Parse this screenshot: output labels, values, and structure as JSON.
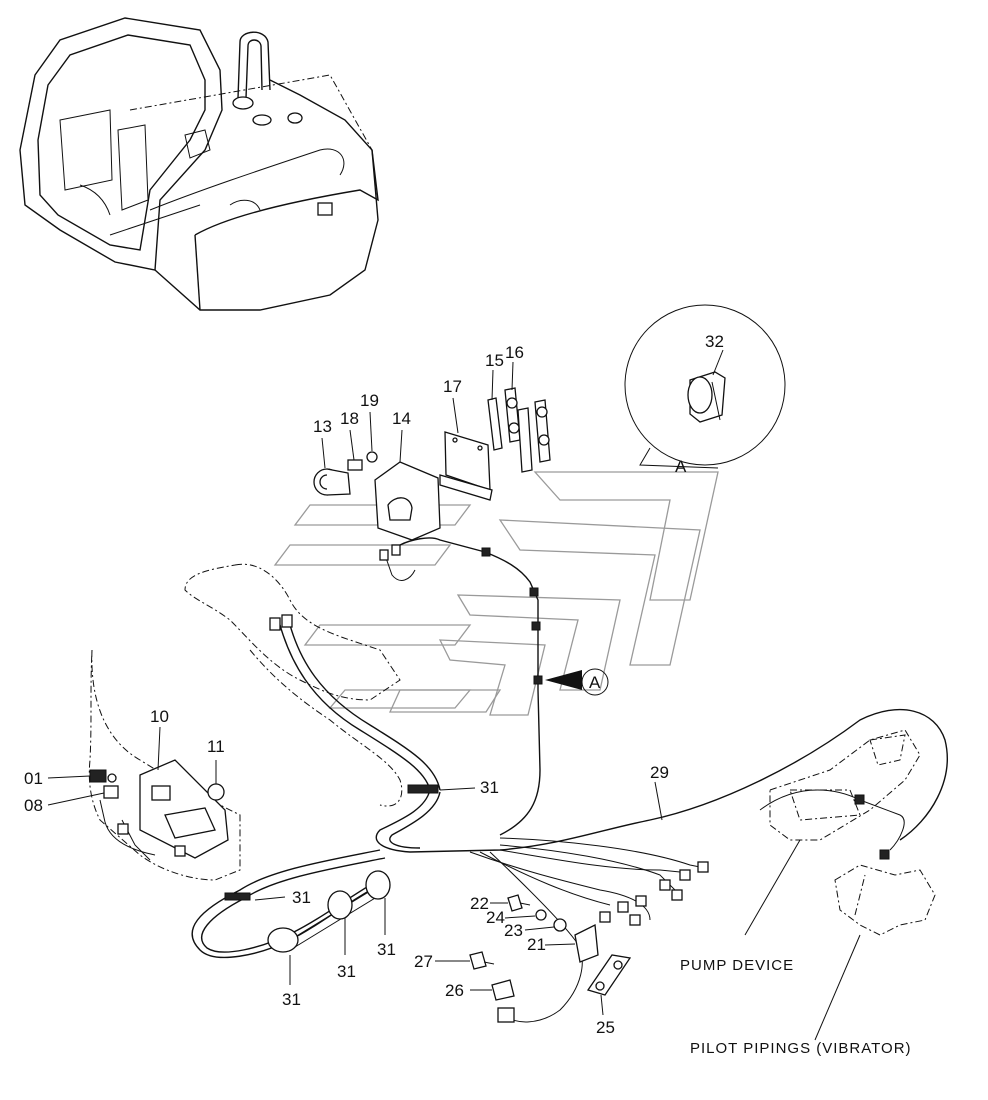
{
  "callouts": {
    "c01": "01",
    "c08": "08",
    "c10": "10",
    "c11": "11",
    "c13": "13",
    "c14": "14",
    "c15": "15",
    "c16": "16",
    "c17": "17",
    "c18": "18",
    "c19": "19",
    "c21": "21",
    "c22": "22",
    "c23": "23",
    "c24": "24",
    "c25": "25",
    "c26": "26",
    "c27": "27",
    "c29": "29",
    "c31a": "31",
    "c31b": "31",
    "c31c": "31",
    "c31d": "31",
    "c31e": "31",
    "c32": "32"
  },
  "detail": {
    "label": "A",
    "marker": "A"
  },
  "captions": {
    "pump_device": "PUMP DEVICE",
    "pilot_pipings": "PILOT PIPINGS (VIBRATOR)"
  }
}
